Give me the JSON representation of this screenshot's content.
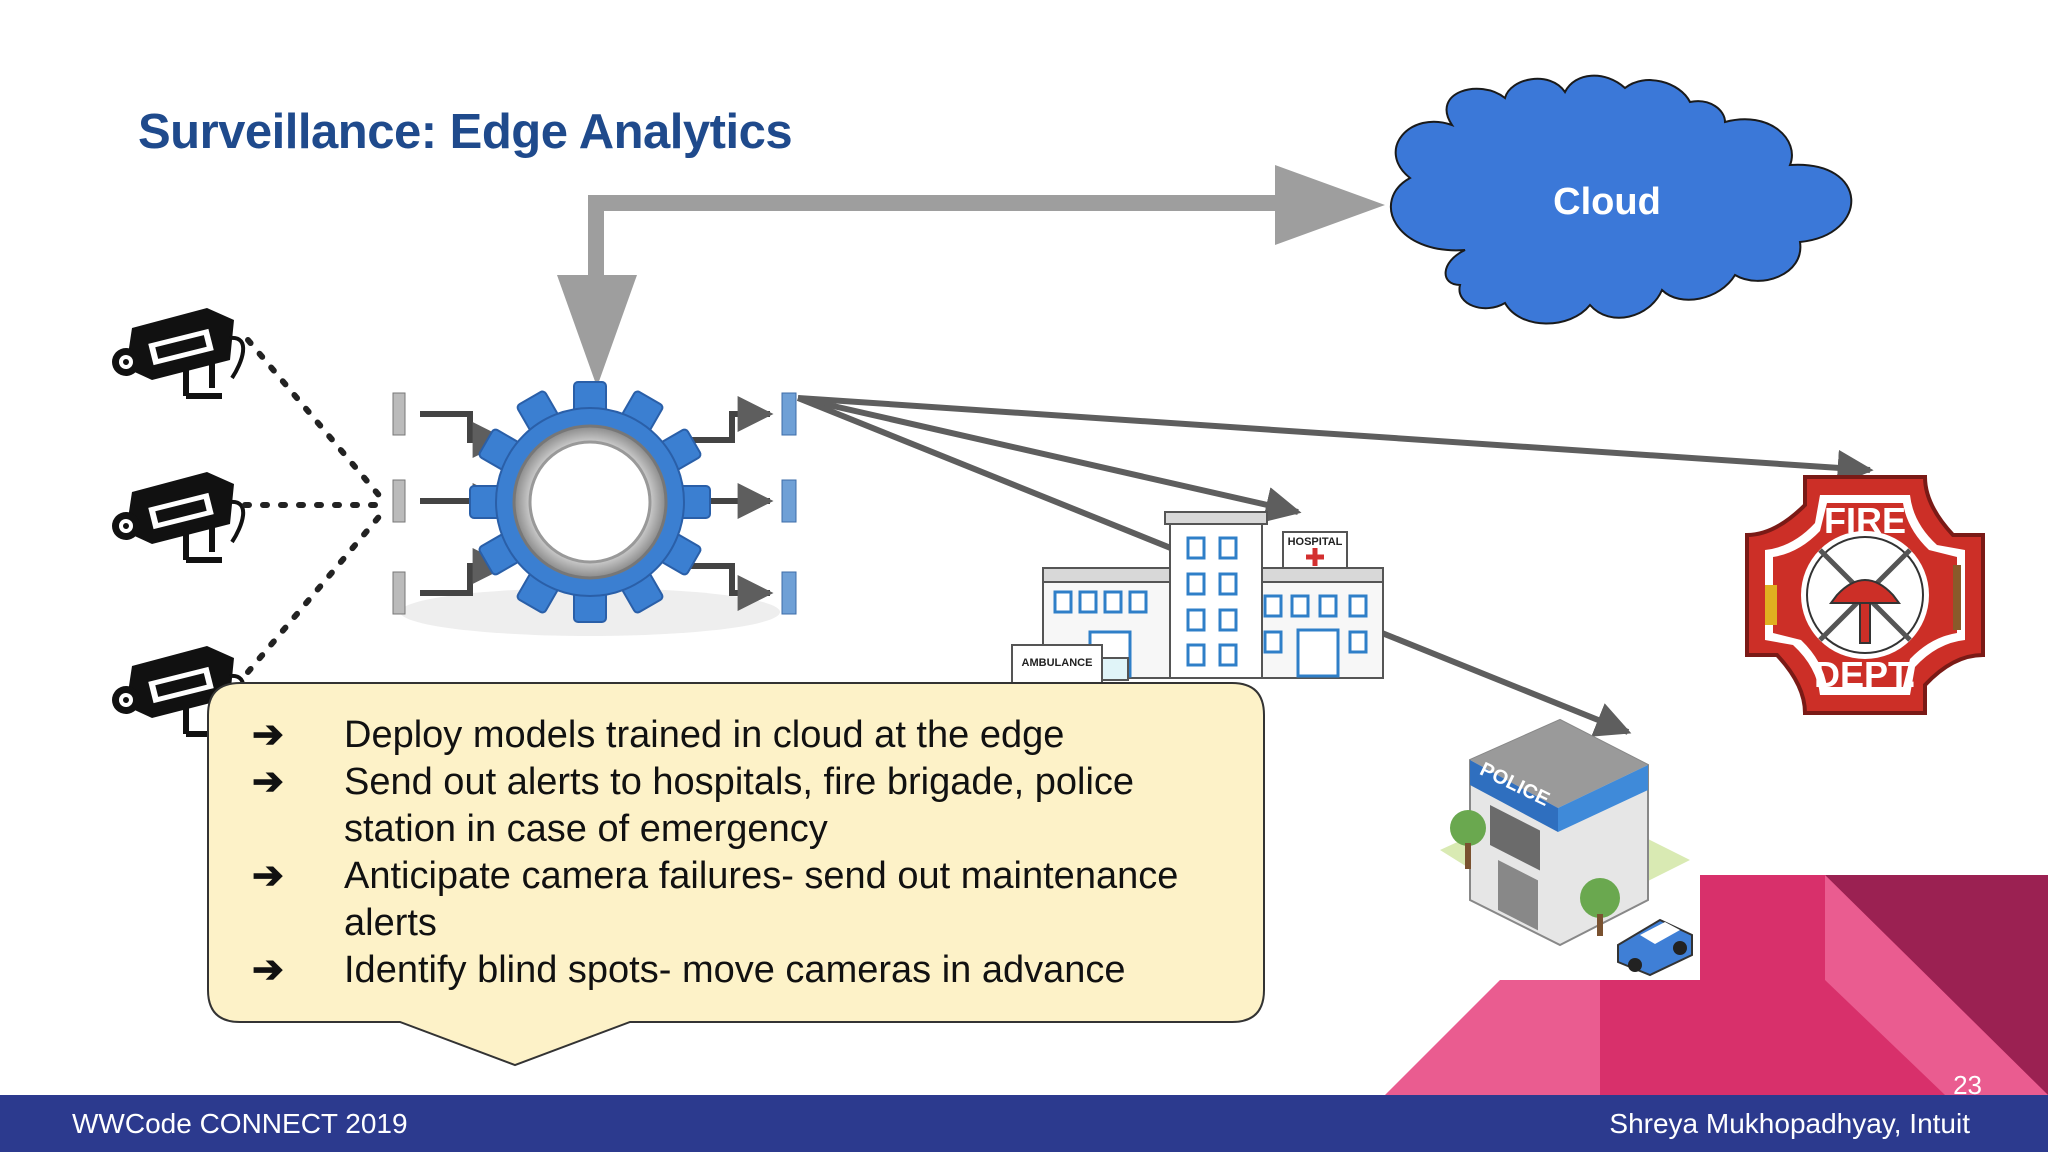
{
  "slide": {
    "title": "Surveillance: Edge Analytics",
    "page_number": "23"
  },
  "cloud": {
    "label": "Cloud"
  },
  "hospital": {
    "sign": "HOSPITAL",
    "ambulance": "AMBULANCE"
  },
  "police": {
    "sign": "POLICE"
  },
  "fire_dept": {
    "top_text": "FIRE",
    "bottom_text": "DEPT."
  },
  "callout": {
    "bullet_symbol": "➔",
    "items": [
      "Deploy models trained in cloud at the edge",
      "Send out alerts to hospitals, fire brigade, police station in case of emergency",
      "Anticipate camera failures- send out maintenance alerts",
      "Identify blind spots- move cameras in advance"
    ]
  },
  "footer": {
    "left": "WWCode CONNECT 2019",
    "right": "Shreya Mukhopadhyay, Intuit"
  },
  "colors": {
    "title": "#1f4a8c",
    "cloud": "#3b78d8",
    "footer": "#2c3a8e",
    "callout_bg": "#fdf2c8",
    "gear": "#3b7fd1",
    "arrow_gray": "#9e9e9e",
    "pink": "#e9407a"
  },
  "icons": [
    "cctv-camera-icon",
    "gear-icon",
    "cloud-icon",
    "hospital-icon",
    "police-station-icon",
    "fire-dept-badge-icon"
  ]
}
